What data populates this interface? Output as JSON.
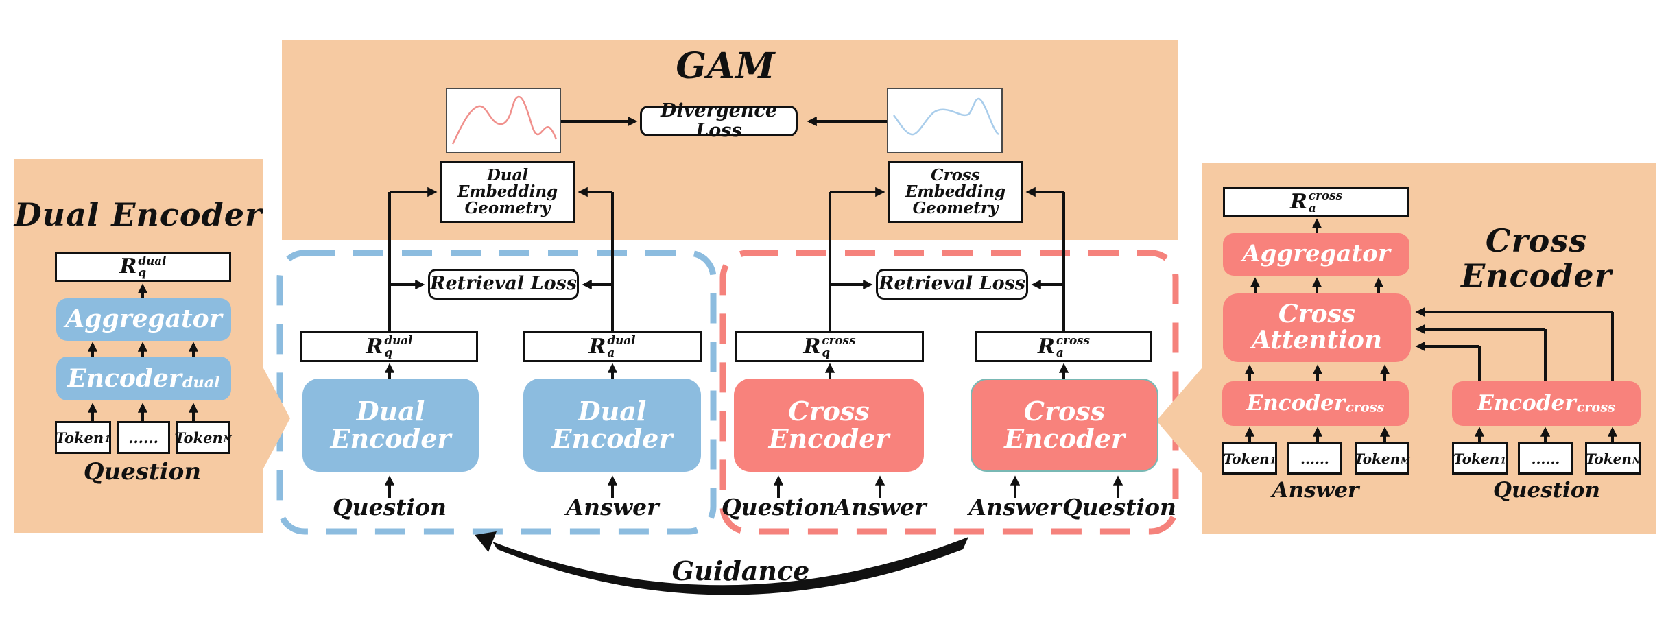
{
  "colors": {
    "panel_peach": "#F6CAA2",
    "module_blue": "#8CBCDF",
    "module_red": "#F8827C",
    "dashed_blue_border": "#8CBCDF",
    "dashed_red_border": "#F5827C",
    "line_black": "#111111",
    "plot_red_curve": "#F0908C",
    "plot_blue_curve": "#A9CDEB"
  },
  "left_panel": {
    "title": "Dual Encoder",
    "output": {
      "base": "R",
      "sup": "dual",
      "sub": "q"
    },
    "aggregator_label": "Aggregator",
    "encoder": {
      "base": "Encoder",
      "sub": "dual"
    },
    "tokens": [
      {
        "base": "Token",
        "sub": "1"
      },
      {
        "base": "......",
        "sub": ""
      },
      {
        "base": "Token",
        "sub": "N"
      }
    ],
    "input_label": "Question"
  },
  "gam": {
    "title": "GAM",
    "divergence_loss_label": "Divergence Loss",
    "dual_geometry_lines": [
      "Dual",
      "Embedding",
      "Geometry"
    ],
    "cross_geometry_lines": [
      "Cross",
      "Embedding",
      "Geometry"
    ]
  },
  "dual_branch": {
    "retrieval_loss_label": "Retrieval Loss",
    "question_output": {
      "base": "R",
      "sup": "dual",
      "sub": "q"
    },
    "answer_output": {
      "base": "R",
      "sup": "dual",
      "sub": "a"
    },
    "question_encoder_label": "Dual Encoder",
    "answer_encoder_label": "Dual Encoder",
    "question_input_label": "Question",
    "answer_input_label": "Answer"
  },
  "cross_branch": {
    "retrieval_loss_label": "Retrieval Loss",
    "question_output": {
      "base": "R",
      "sup": "cross",
      "sub": "q"
    },
    "answer_output": {
      "base": "R",
      "sup": "cross",
      "sub": "a"
    },
    "qa_encoder_label": "Cross Encoder",
    "aq_encoder_label": "Cross Encoder",
    "qa_inputs": [
      "Question",
      "Answer"
    ],
    "aq_inputs": [
      "Answer",
      "Question"
    ]
  },
  "right_panel": {
    "title": "Cross Encoder",
    "output": {
      "base": "R",
      "sup": "cross",
      "sub": "a"
    },
    "aggregator_label": "Aggregator",
    "cross_attention_label": "Cross Attention",
    "answer_encoder": {
      "base": "Encoder",
      "sub": "cross"
    },
    "question_encoder": {
      "base": "Encoder",
      "sub": "cross"
    },
    "answer_tokens": [
      {
        "base": "Token",
        "sub": "1"
      },
      {
        "base": "......",
        "sub": ""
      },
      {
        "base": "Token",
        "sub": "M"
      }
    ],
    "question_tokens": [
      {
        "base": "Token",
        "sub": "1"
      },
      {
        "base": "......",
        "sub": ""
      },
      {
        "base": "Token",
        "sub": "N"
      }
    ],
    "answer_input_label": "Answer",
    "question_input_label": "Question"
  },
  "guidance_label": "Guidance"
}
